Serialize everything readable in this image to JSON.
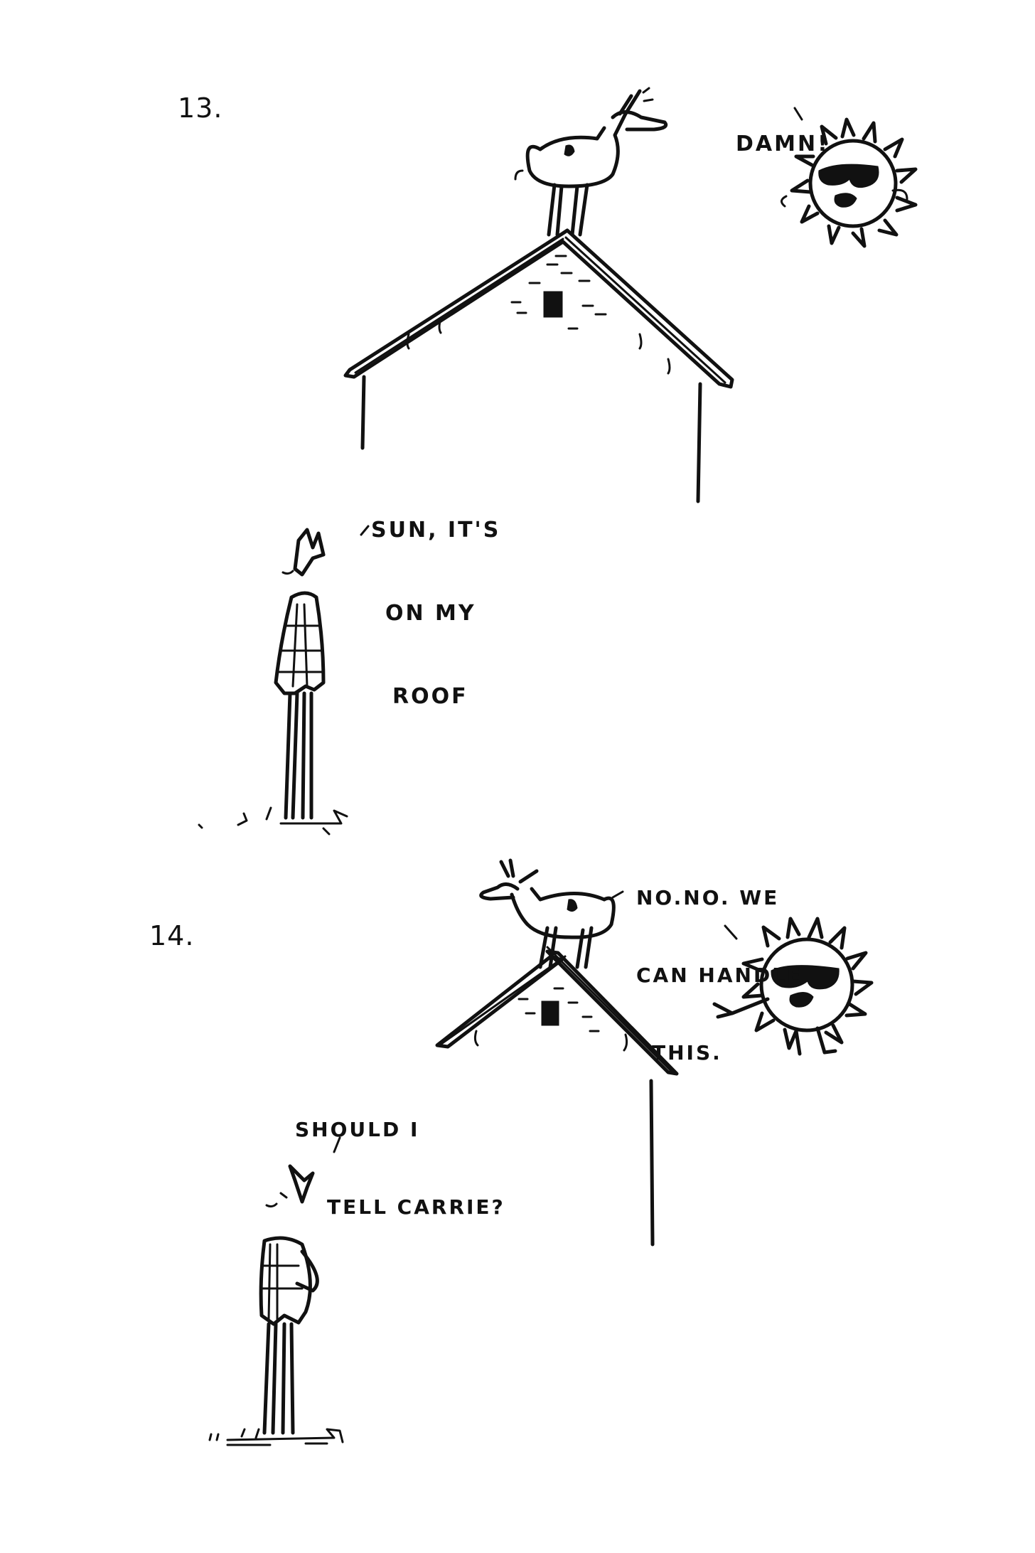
{
  "panels": [
    {
      "number": "13.",
      "person_speech": [
        "SUN, IT'S",
        "ON MY",
        "ROOF"
      ],
      "sun_speech": [
        "DAMN!"
      ]
    },
    {
      "number": "14.",
      "person_speech": [
        "SHOULD I",
        "TELL CARRIE?"
      ],
      "sun_speech": [
        "NO.NO. WE",
        "CAN HANDLE",
        "THIS."
      ]
    }
  ],
  "colors": {
    "ink": "#111111",
    "paper": "#ffffff"
  },
  "icons": [
    "goat-icon",
    "sun-with-sunglasses-icon",
    "house-roof-icon",
    "person-icon"
  ]
}
